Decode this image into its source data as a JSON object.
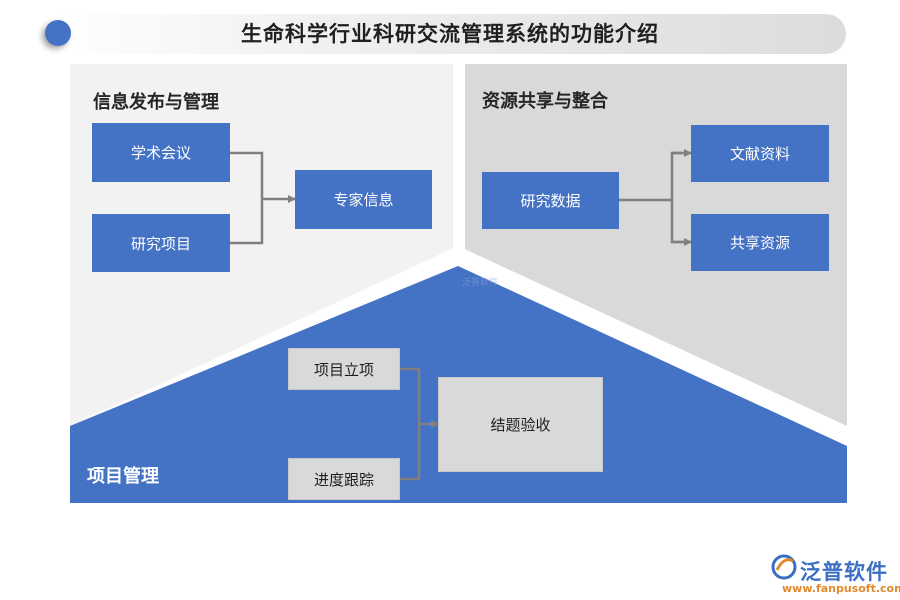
{
  "title": "生命科学行业科研交流管理系统的功能介绍",
  "sections": {
    "info": {
      "title": "信息发布与管理",
      "inputs": [
        "学术会议",
        "研究项目"
      ],
      "output": "专家信息"
    },
    "resource": {
      "title": "资源共享与整合",
      "input": "研究数据",
      "outputs": [
        "文献资料",
        "共享资源"
      ]
    },
    "project": {
      "title": "项目管理",
      "inputs": [
        "项目立项",
        "进度跟踪"
      ],
      "output": "结题验收"
    }
  },
  "watermark": "泛普软件",
  "logo": {
    "name": "泛普软件",
    "url": "www.fanpusoft.com"
  },
  "colors": {
    "accent": "#4472c4",
    "panel_light": "#f2f2f2",
    "panel_gray": "#d9d9d9",
    "connector": "#808080"
  }
}
